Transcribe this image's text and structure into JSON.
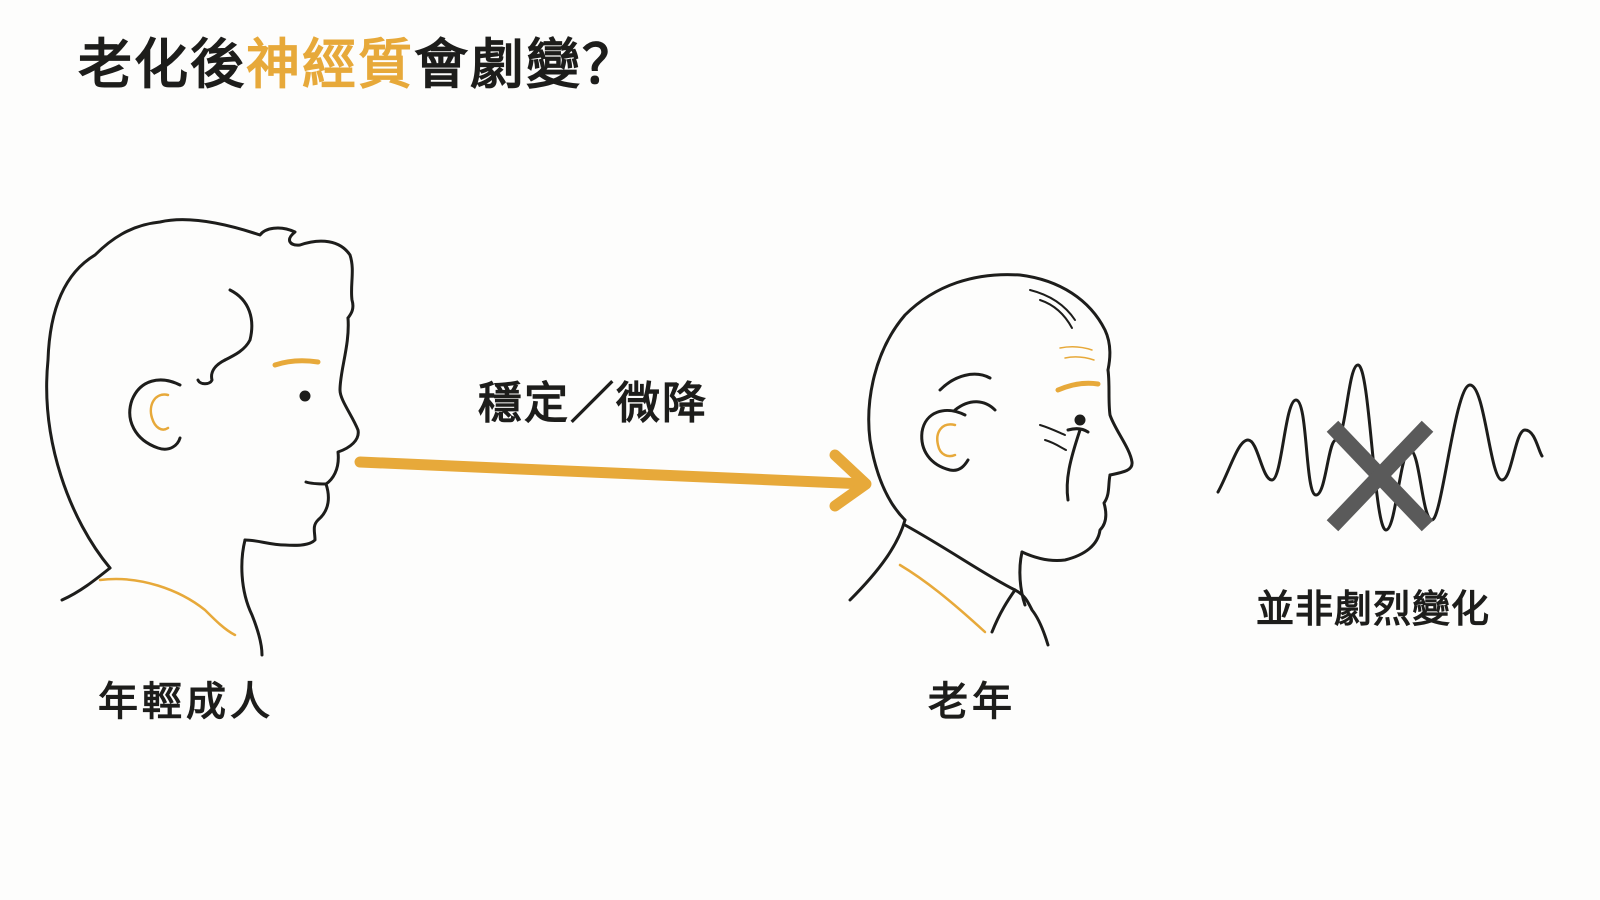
{
  "title": {
    "prefix": "老化後",
    "highlight": "神經質",
    "suffix": "會劇變？"
  },
  "stages": {
    "young": {
      "label": "年輕成人"
    },
    "old": {
      "label": "老年"
    }
  },
  "transition": {
    "label": "穩定／微降"
  },
  "conclusion": {
    "label": "並非劇烈變化"
  },
  "colors": {
    "accent": "#e7a93a",
    "ink": "#1d1d1b",
    "cross": "#5a5a5a",
    "background": "#fdfdfc"
  },
  "icons": [
    "young-adult-profile-icon",
    "elderly-profile-icon",
    "arrow-right-icon",
    "volatile-wave-icon",
    "cross-mark-icon"
  ]
}
